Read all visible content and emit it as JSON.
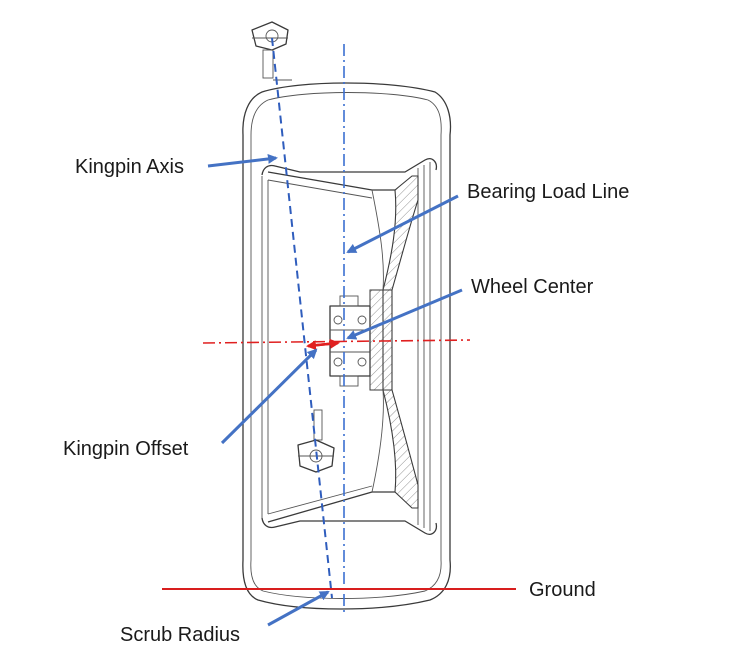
{
  "labels": {
    "kingpin_axis": "Kingpin Axis",
    "bearing_load_line": "Bearing Load Line",
    "wheel_center": "Wheel Center",
    "kingpin_offset": "Kingpin Offset",
    "ground": "Ground",
    "scrub_radius": "Scrub Radius"
  },
  "colors": {
    "arrow": "#4472c4",
    "kingpin_axis_line": "#2f5dbd",
    "load_line": "#3b6fd1",
    "center_line": "#e02020",
    "ground_line": "#d81e1e",
    "offset_arrow": "#e02020",
    "drawing_stroke": "#3a3a3a"
  }
}
